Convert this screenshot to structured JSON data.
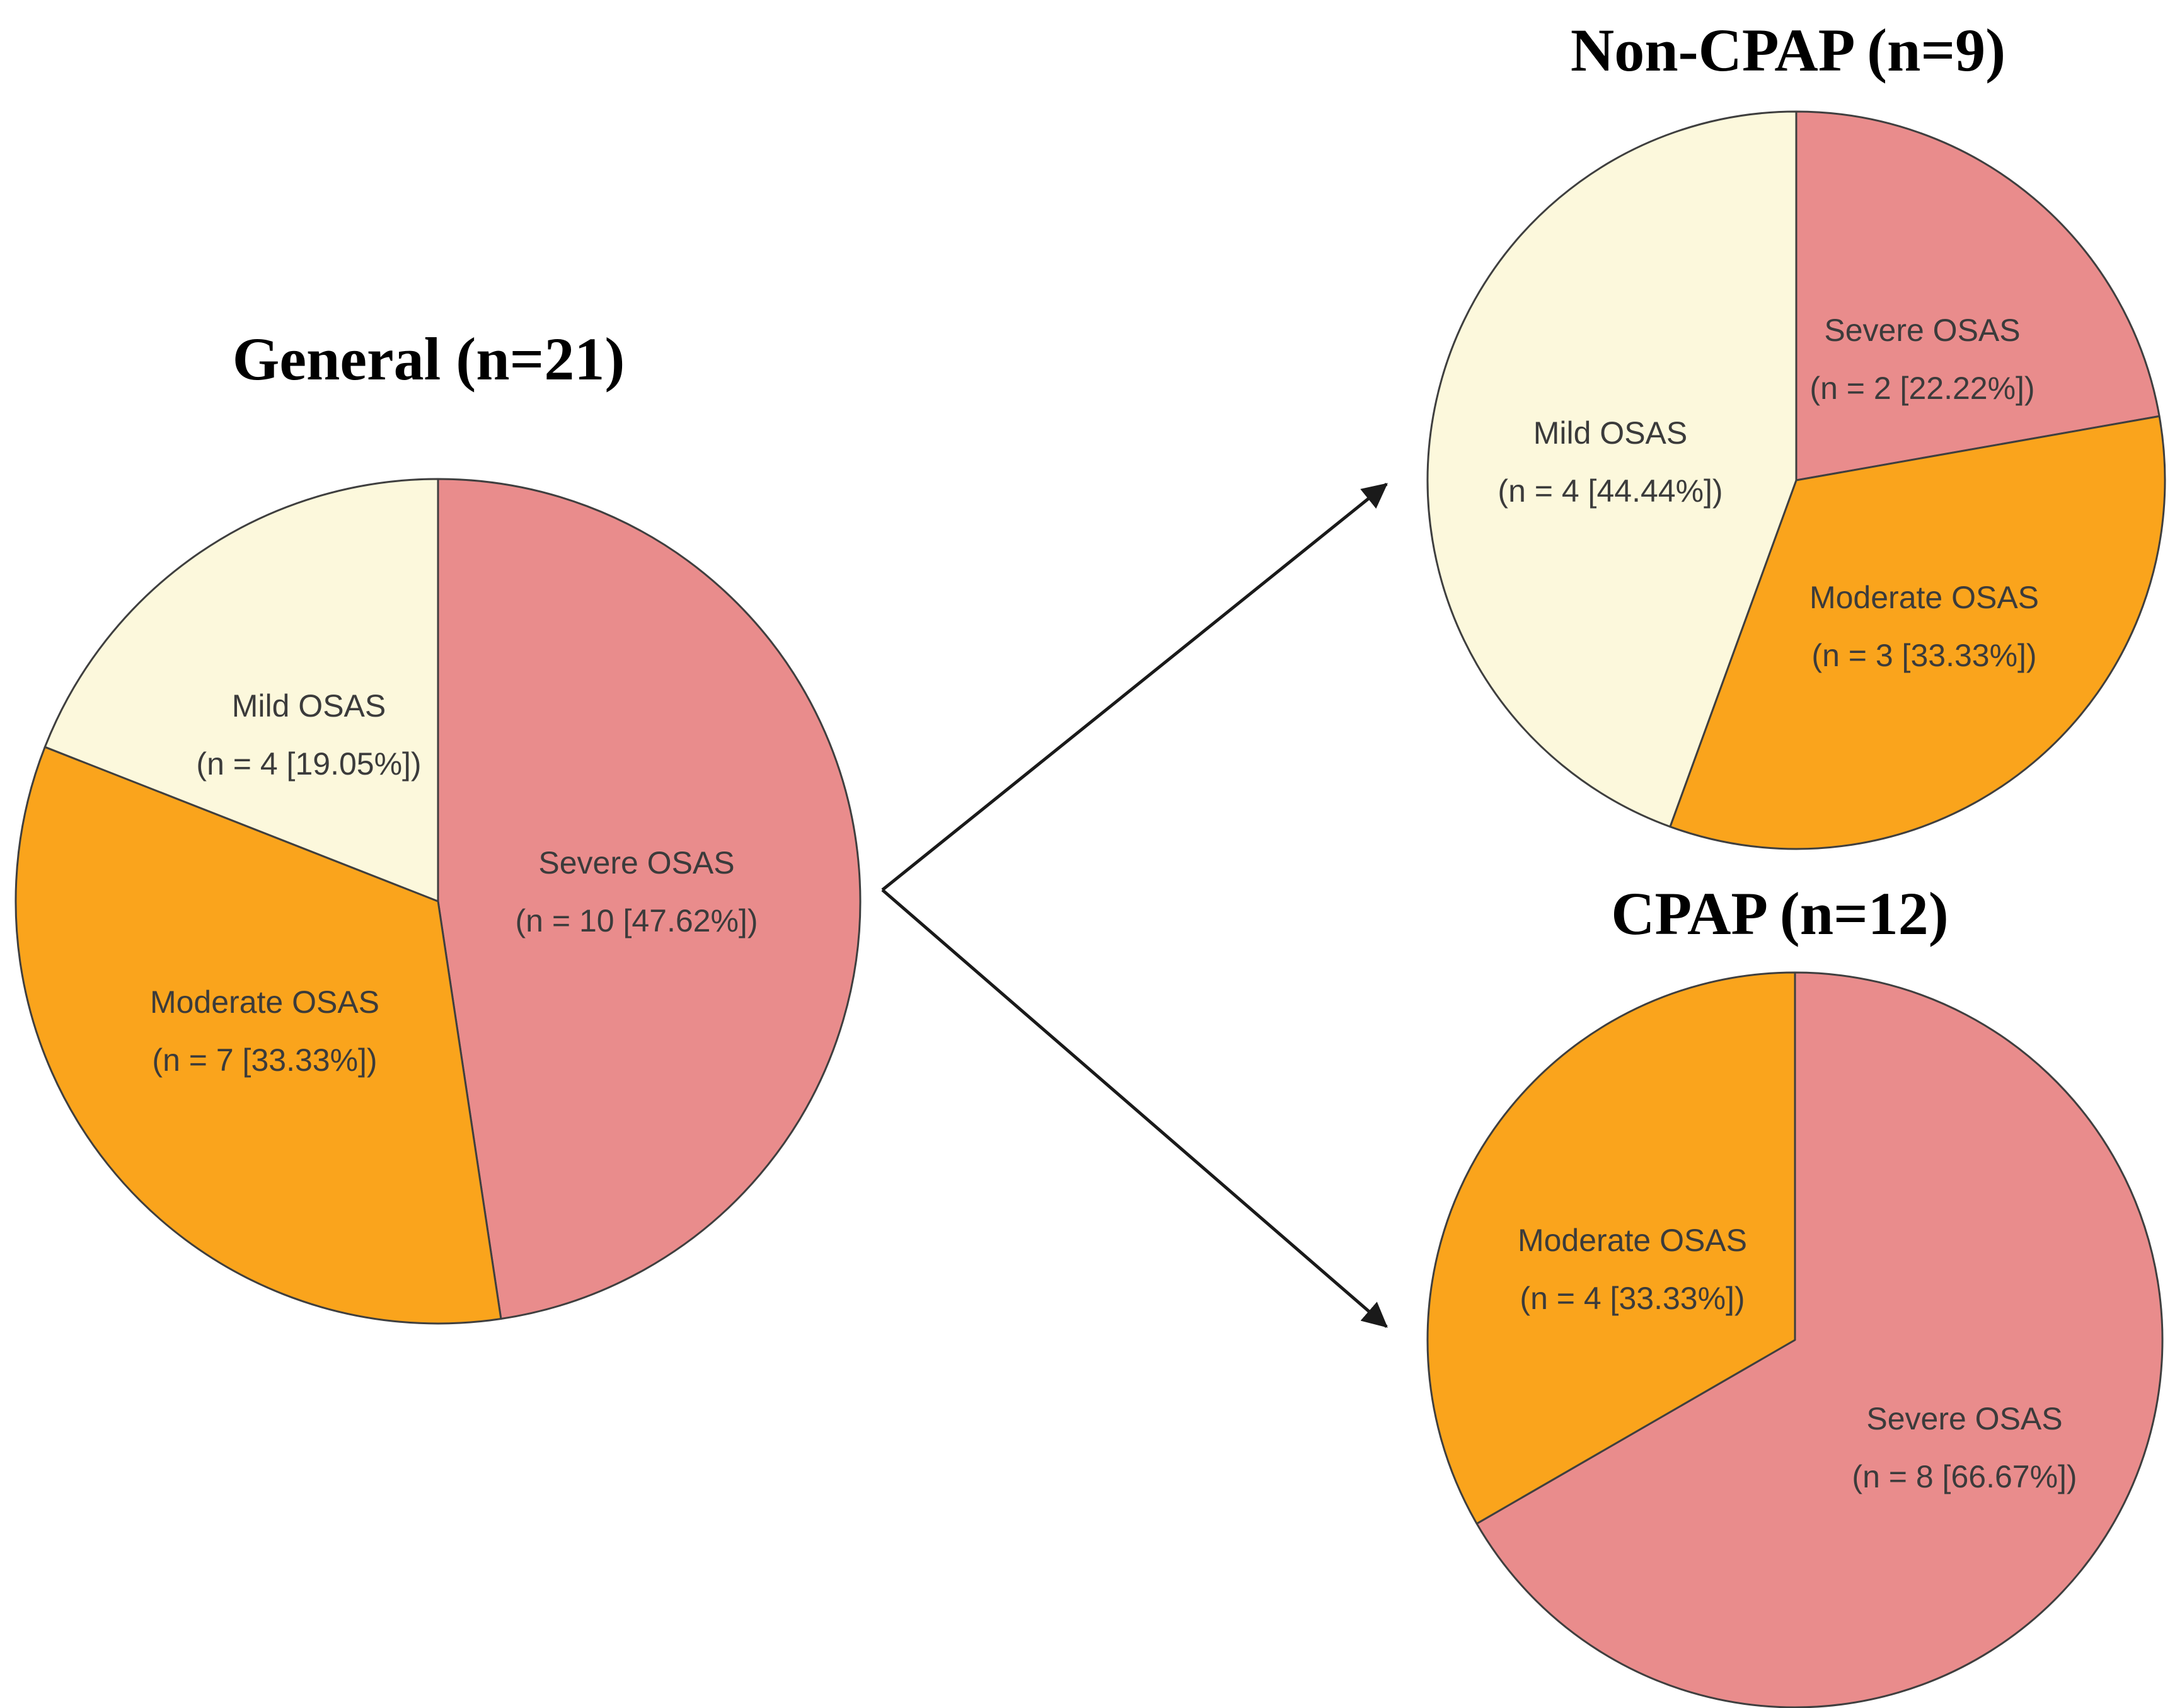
{
  "figure": {
    "background": "#ffffff",
    "description": "Three pie charts of OSAS severity distribution: overall cohort and split by Non-CPAP vs CPAP treatment, connected by two arrows"
  },
  "colors": {
    "severe": "#E98C8C",
    "moderate": "#FAA41C",
    "mild": "#FCF8DC",
    "outline": "#3f3f3f",
    "label_text": "#3b3b3b",
    "title_text": "#000000",
    "arrow": "#1a1a1a"
  },
  "chart_data": [
    {
      "type": "pie",
      "title": "General (n=21)",
      "total": 21,
      "start_angle_deg": 0,
      "direction": "clockwise",
      "labels_inside": true,
      "legend": "none",
      "segments": [
        {
          "name": "Severe OSAS",
          "value": 10,
          "percent": 47.62,
          "label": "Severe OSAS",
          "detail": "(n = 10 [47.62%])",
          "color_key": "severe"
        },
        {
          "name": "Moderate OSAS",
          "value": 7,
          "percent": 33.33,
          "label": "Moderate OSAS",
          "detail": "(n = 7 [33.33%])",
          "color_key": "moderate"
        },
        {
          "name": "Mild OSAS",
          "value": 4,
          "percent": 19.05,
          "label": "Mild OSAS",
          "detail": "(n = 4 [19.05%])",
          "color_key": "mild"
        }
      ]
    },
    {
      "type": "pie",
      "title": "Non-CPAP (n=9)",
      "total": 9,
      "start_angle_deg": 0,
      "direction": "clockwise",
      "labels_inside": true,
      "legend": "none",
      "segments": [
        {
          "name": "Severe OSAS",
          "value": 2,
          "percent": 22.22,
          "label": "Severe OSAS",
          "detail": "(n = 2 [22.22%])",
          "color_key": "severe"
        },
        {
          "name": "Moderate OSAS",
          "value": 3,
          "percent": 33.33,
          "label": "Moderate OSAS",
          "detail": "(n = 3 [33.33%])",
          "color_key": "moderate"
        },
        {
          "name": "Mild OSAS",
          "value": 4,
          "percent": 44.44,
          "label": "Mild OSAS",
          "detail": "(n = 4 [44.44%])",
          "color_key": "mild"
        }
      ]
    },
    {
      "type": "pie",
      "title": "CPAP (n=12)",
      "total": 12,
      "start_angle_deg": 0,
      "direction": "clockwise",
      "labels_inside": true,
      "legend": "none",
      "segments": [
        {
          "name": "Severe OSAS",
          "value": 8,
          "percent": 66.67,
          "label": "Severe OSAS",
          "detail": "(n = 8 [66.67%])",
          "color_key": "severe"
        },
        {
          "name": "Moderate OSAS",
          "value": 4,
          "percent": 33.33,
          "label": "Moderate OSAS",
          "detail": "(n = 4 [33.33%])",
          "color_key": "moderate"
        }
      ]
    }
  ]
}
